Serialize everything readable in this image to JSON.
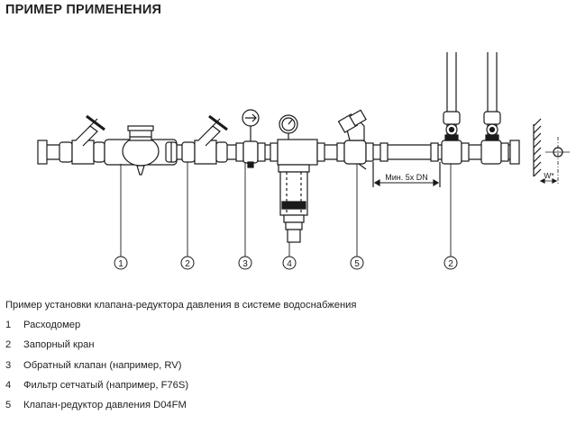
{
  "title": "ПРИМЕР ПРИМЕНЕНИЯ",
  "caption": "Пример установки клапана-редуктора давления в системе водоснабжения",
  "legend": [
    {
      "num": "1",
      "text": "Расходомер"
    },
    {
      "num": "2",
      "text": "Запорный кран"
    },
    {
      "num": "3",
      "text": "Обратный клапан (например, RV)"
    },
    {
      "num": "4",
      "text": "Фильтр сетчатый (например, F76S)"
    },
    {
      "num": "5",
      "text": "Клапан-редуктор давления D04FM"
    }
  ],
  "diagram": {
    "callouts": [
      "1",
      "2",
      "3",
      "4",
      "2"
    ],
    "dim_label": "Мин. 5x DN",
    "w_label": "W*"
  }
}
